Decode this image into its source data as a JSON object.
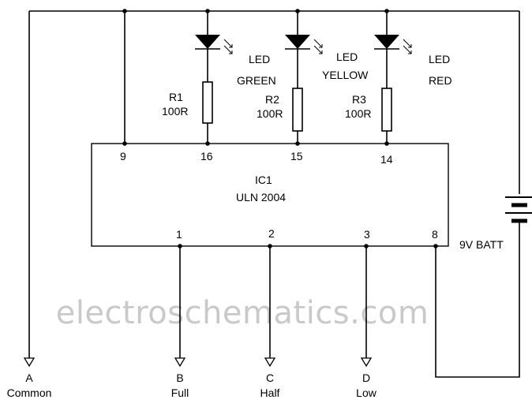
{
  "leds": [
    {
      "label": "LED",
      "color": "GREEN"
    },
    {
      "label": "LED",
      "color": "YELLOW"
    },
    {
      "label": "LED",
      "color": "RED"
    }
  ],
  "resistors": [
    {
      "name": "R1",
      "value": "100R"
    },
    {
      "name": "R2",
      "value": "100R"
    },
    {
      "name": "R3",
      "value": "100R"
    }
  ],
  "ic": {
    "name": "IC1",
    "part": "ULN 2004",
    "pins_top": [
      "9",
      "16",
      "15",
      "14"
    ],
    "pins_bottom": [
      "1",
      "2",
      "3",
      "8"
    ]
  },
  "battery": {
    "label": "9V BATT"
  },
  "terminals": [
    {
      "letter": "A",
      "label": "Common"
    },
    {
      "letter": "B",
      "label": "Full"
    },
    {
      "letter": "C",
      "label": "Half"
    },
    {
      "letter": "D",
      "label": "Low"
    }
  ],
  "watermark": "electroschematics.com"
}
